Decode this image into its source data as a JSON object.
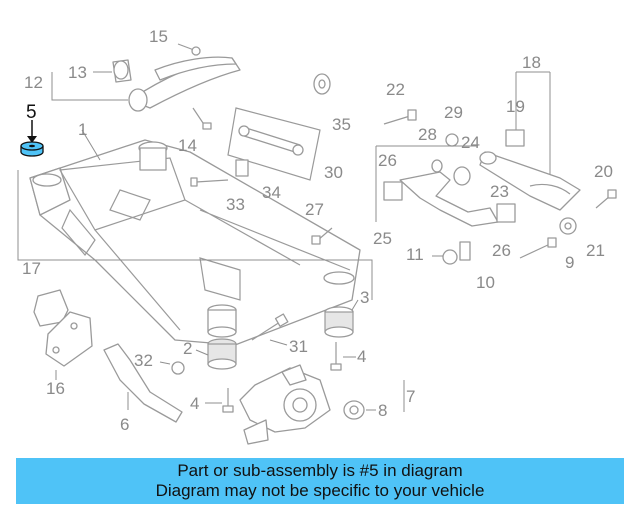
{
  "diagram": {
    "labels": {
      "l1": "1",
      "l2": "2",
      "l3": "3",
      "l4a": "4",
      "l4b": "4",
      "l5": "5",
      "l6": "6",
      "l7": "7",
      "l8": "8",
      "l9": "9",
      "l10": "10",
      "l11": "11",
      "l12": "12",
      "l13": "13",
      "l14": "14",
      "l15": "15",
      "l16": "16",
      "l17": "17",
      "l18": "18",
      "l19": "19",
      "l20": "20",
      "l21": "21",
      "l22": "22",
      "l23": "23",
      "l24": "24",
      "l25": "25",
      "l26a": "26",
      "l26b": "26",
      "l27": "27",
      "l28": "28",
      "l29": "29",
      "l30": "30",
      "l31": "31",
      "l32": "32",
      "l33": "33",
      "l34": "34",
      "l35": "35"
    },
    "highlight_color": "#111111",
    "part_color": "#9a9a9a"
  },
  "banner": {
    "line1": "Part or sub-assembly is #5 in diagram",
    "line2": "Diagram may not be specific to your vehicle",
    "color": "#4fc3f7"
  }
}
